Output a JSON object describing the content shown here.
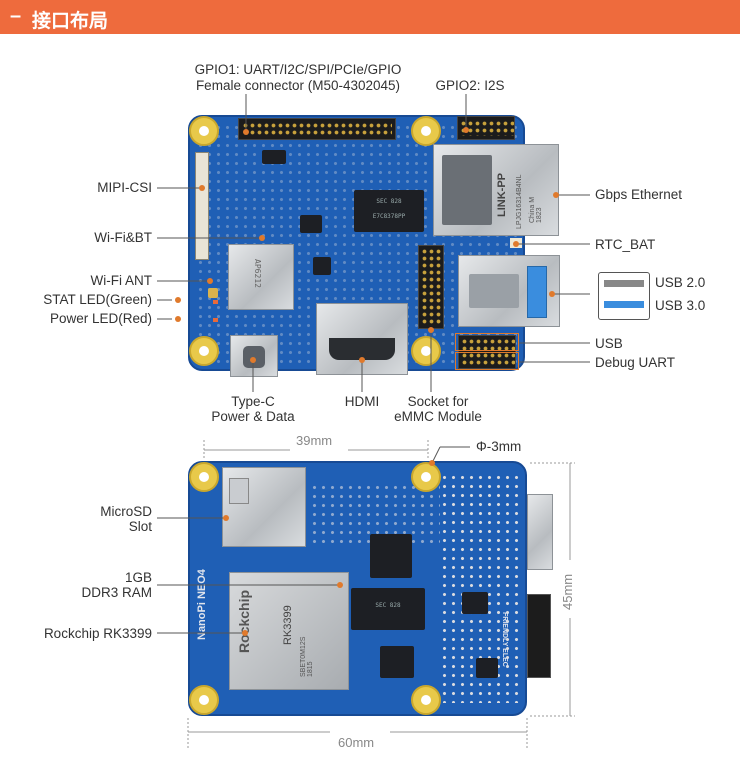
{
  "header": {
    "dash": "–",
    "title": "接口布局"
  },
  "top_labels": {
    "gpio1_line1": "GPIO1: UART/I2C/SPI/PCIe/GPIO",
    "gpio1_line2": "Female connector (M50-4302045)",
    "gpio2": "GPIO2: I2S",
    "mipi_csi": "MIPI-CSI",
    "wifi_bt": "Wi-Fi&BT",
    "wifi_ant": "Wi-Fi ANT",
    "stat_led": "STAT LED(Green)",
    "power_led": "Power LED(Red)",
    "gbps_ethernet": "Gbps Ethernet",
    "rtc_bat": "RTC_BAT",
    "usb_2": "USB 2.0",
    "usb_3": "USB 3.0",
    "usb": "USB",
    "debug_uart": "Debug UART",
    "typec_line1": "Type-C",
    "typec_line2": "Power & Data",
    "hdmi": "HDMI",
    "socket_line1": "Socket for",
    "socket_line2": "eMMC Module"
  },
  "bottom_labels": {
    "microsd_line1": "MicroSD",
    "microsd_line2": "Slot",
    "ram_line1": "1GB",
    "ram_line2": "DDR3 RAM",
    "soc": "Rockchip RK3399",
    "hole_dia": "Φ-3mm"
  },
  "dimensions": {
    "width_top": "39mm",
    "width_bottom": "60mm",
    "height": "45mm"
  },
  "board_text": {
    "ethernet": "LINK-PP",
    "ethernet_sub": "LPJG16314B4NL",
    "ethernet_sub2": "China M 1823",
    "wifi_mod": "AP6212",
    "soc_brand": "Rockchip",
    "soc_model": "RK3399",
    "soc_code": "SBET0M12S 1815",
    "board_name": "NanoPi NEO4",
    "brand": "FRIENDLY ELEC",
    "chip_ram": "SEC 828",
    "chip_emmc": "E7C8378PP"
  },
  "colors": {
    "banner": "#ee6b3d",
    "pcb": "#1f5fb5",
    "pcb_dark": "#174a94",
    "highlight": "#e07a2c",
    "usb3_blue": "#3a8dde",
    "usb2_gray": "#888888"
  }
}
